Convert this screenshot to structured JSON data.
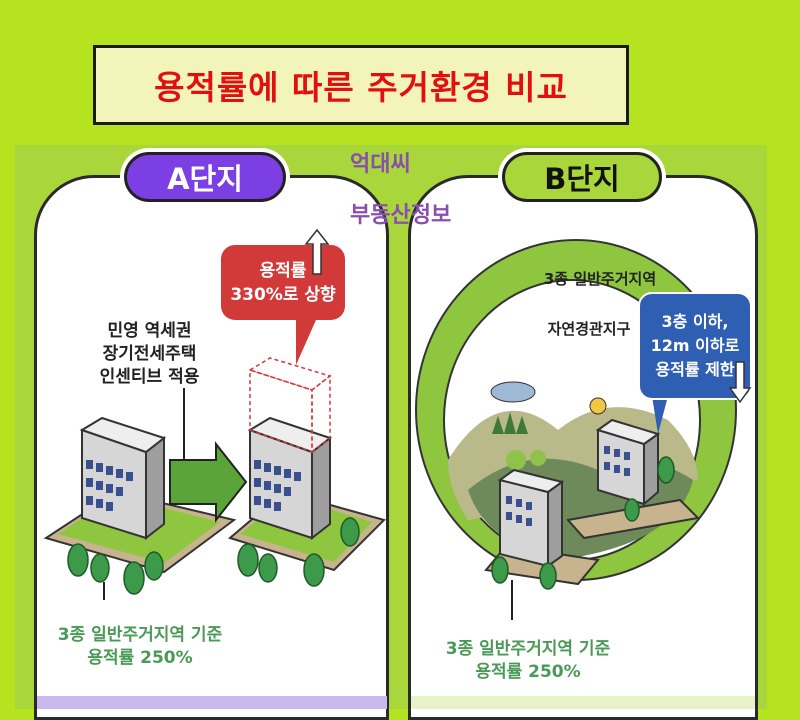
{
  "title": "용적률에 따른 주거환경 비교",
  "watermark": {
    "line1": "억대씨",
    "line2": "부동산정보"
  },
  "panel_a": {
    "tab_label": "A단지",
    "callout": {
      "line1": "용적률",
      "line2": "330%로 상향"
    },
    "policy_note": {
      "line1": "민영 역세권",
      "line2": "장기전세주택",
      "line3": "인센티브 적용"
    },
    "base_label": {
      "line1": "3종 일반주거지역 기준",
      "line2": "용적률 250%"
    }
  },
  "panel_b": {
    "tab_label": "B단지",
    "zone_outer": "3종 일반주거지역",
    "zone_inner": "자연경관지구",
    "callout": {
      "line1": "3층 이하,",
      "line2": "12m 이하로",
      "line3": "용적률 제한"
    },
    "base_label": {
      "line1": "3종 일반주거지역 기준",
      "line2": "용적률 250%"
    }
  },
  "colors": {
    "background": "#b6e31f",
    "title_text": "#e10f0f",
    "tab_a": "#7b3fe4",
    "tab_b": "#a9d63a",
    "callout_red": "#d23a3a",
    "callout_blue": "#2f5fb3",
    "label_green": "#4a9a56"
  }
}
